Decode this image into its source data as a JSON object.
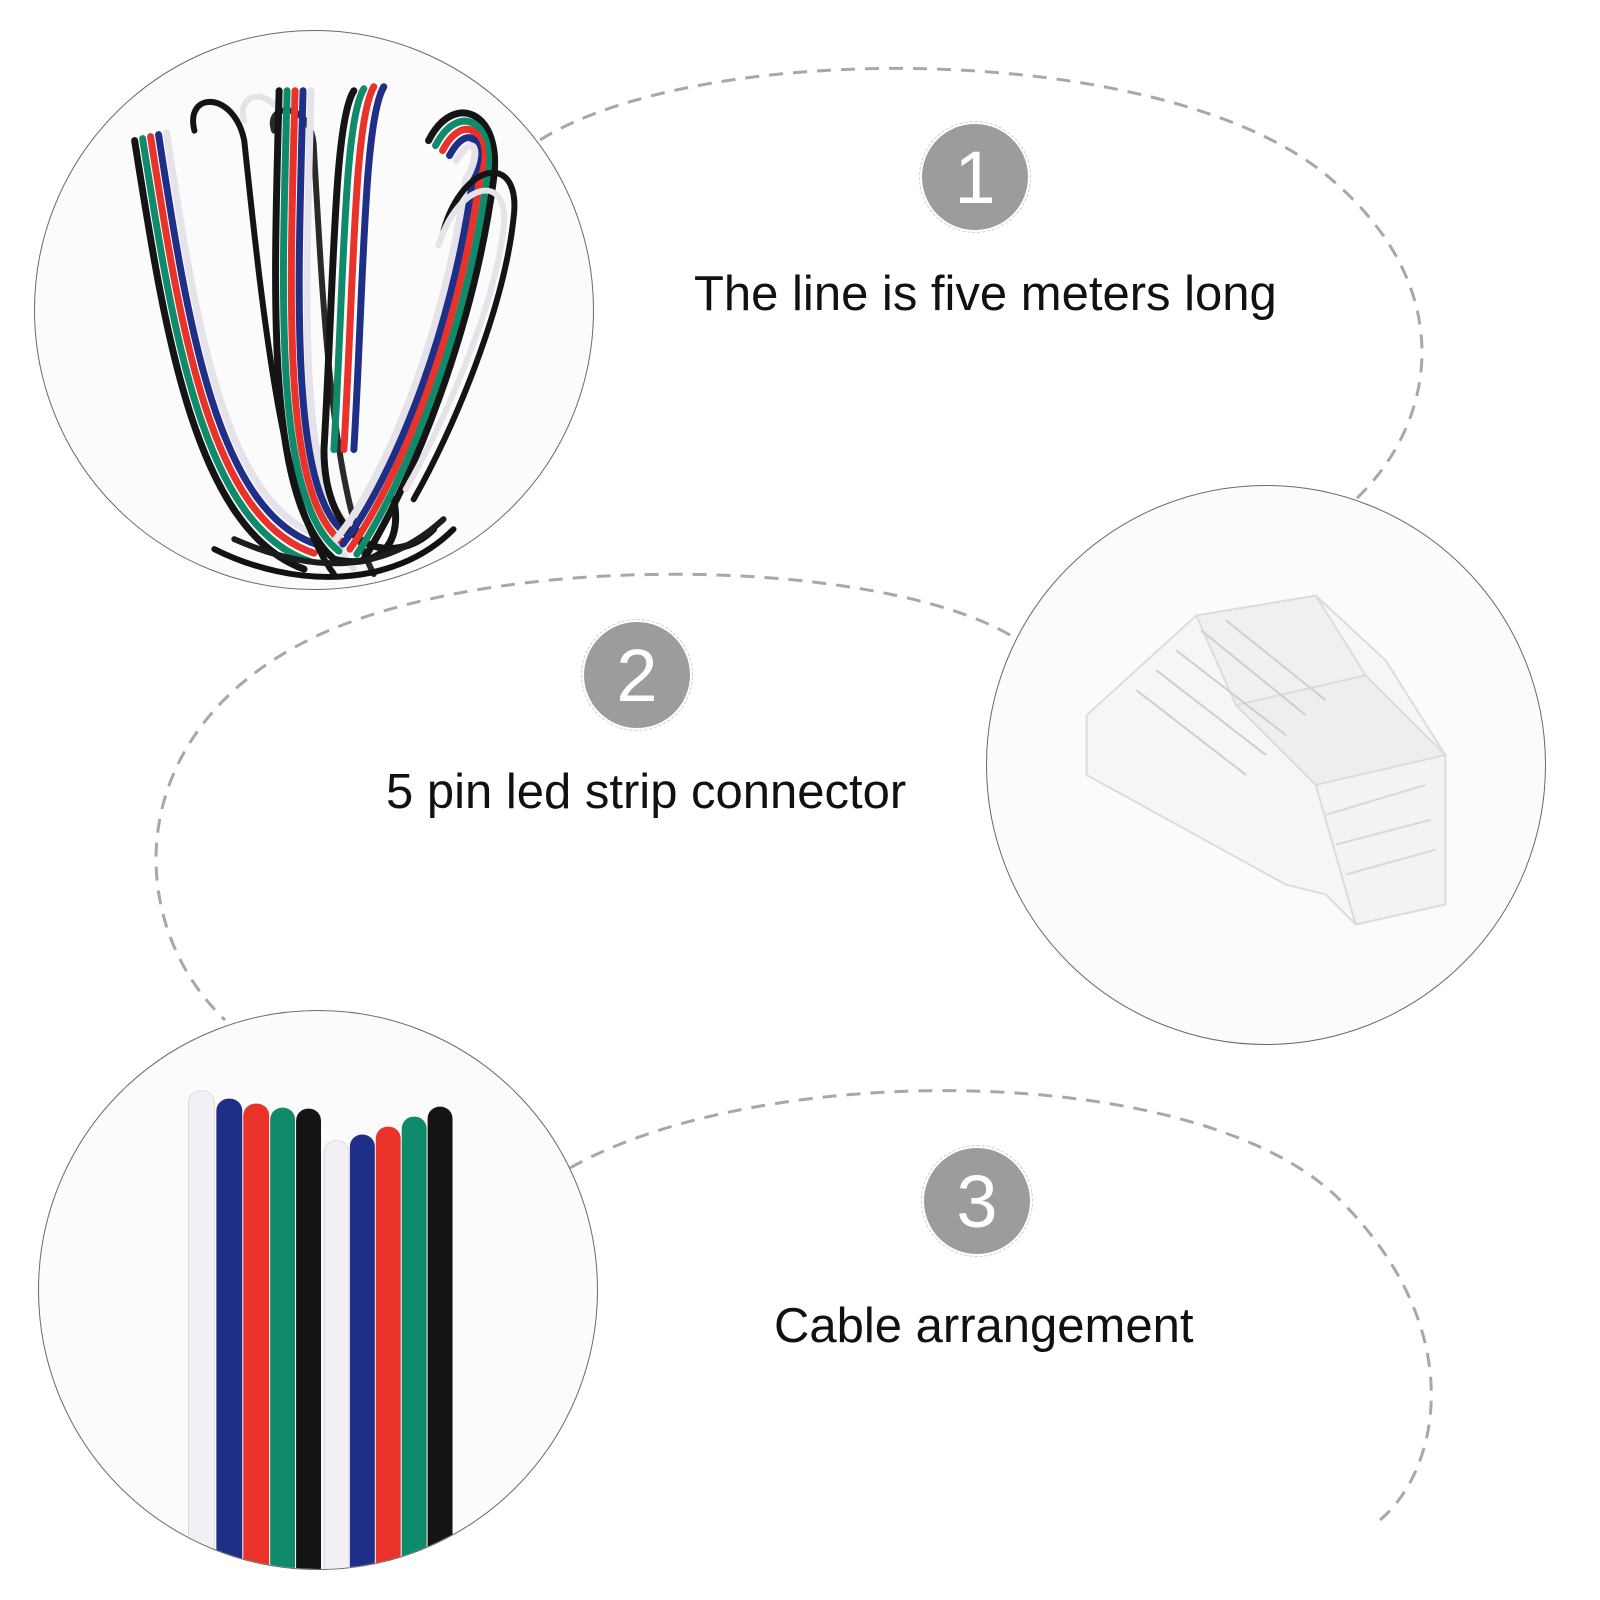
{
  "features": [
    {
      "number": "1",
      "caption": "The line is five meters long",
      "image": "coiled-rgbw-cable-photo"
    },
    {
      "number": "2",
      "caption": "5 pin led strip connector",
      "image": "transparent-connector-photo"
    },
    {
      "number": "3",
      "caption": "Cable arrangement",
      "image": "cable-ends-photo"
    }
  ],
  "colors": {
    "badge_fill": "#9c9c9c",
    "badge_text": "#ffffff",
    "dashed_line": "#a8a8a8",
    "circle_border": "#6a6a6a",
    "caption_text": "#111111",
    "wire_white": "#f2f0f4",
    "wire_blue": "#1f2e86",
    "wire_red": "#e8322a",
    "wire_green": "#0f8a6a",
    "wire_black": "#141414"
  },
  "cable_arrangement": {
    "groups": [
      [
        "white",
        "blue",
        "red",
        "green",
        "black"
      ],
      [
        "white",
        "blue",
        "red",
        "green",
        "black"
      ]
    ]
  }
}
